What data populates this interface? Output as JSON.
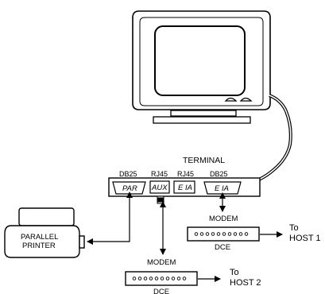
{
  "terminal": {
    "title": "TERMINAL",
    "ports": [
      {
        "connector": "DB25",
        "name": "PAR"
      },
      {
        "connector": "RJ45",
        "name": "AUX"
      },
      {
        "connector": "RJ45",
        "name": "E IA"
      },
      {
        "connector": "DB25",
        "name": "E IA"
      }
    ]
  },
  "printer": {
    "line1": "PARALLEL",
    "line2": "PRINTER"
  },
  "modem_host1": {
    "label": "MODEM",
    "sublabel": "DCE",
    "destination_line1": "To",
    "destination_line2": "HOST 1"
  },
  "modem_host2": {
    "label": "MODEM",
    "sublabel": "DCE",
    "destination_line1": "To",
    "destination_line2": "HOST 2"
  },
  "colors": {
    "stroke": "#000000",
    "background": "#ffffff"
  }
}
